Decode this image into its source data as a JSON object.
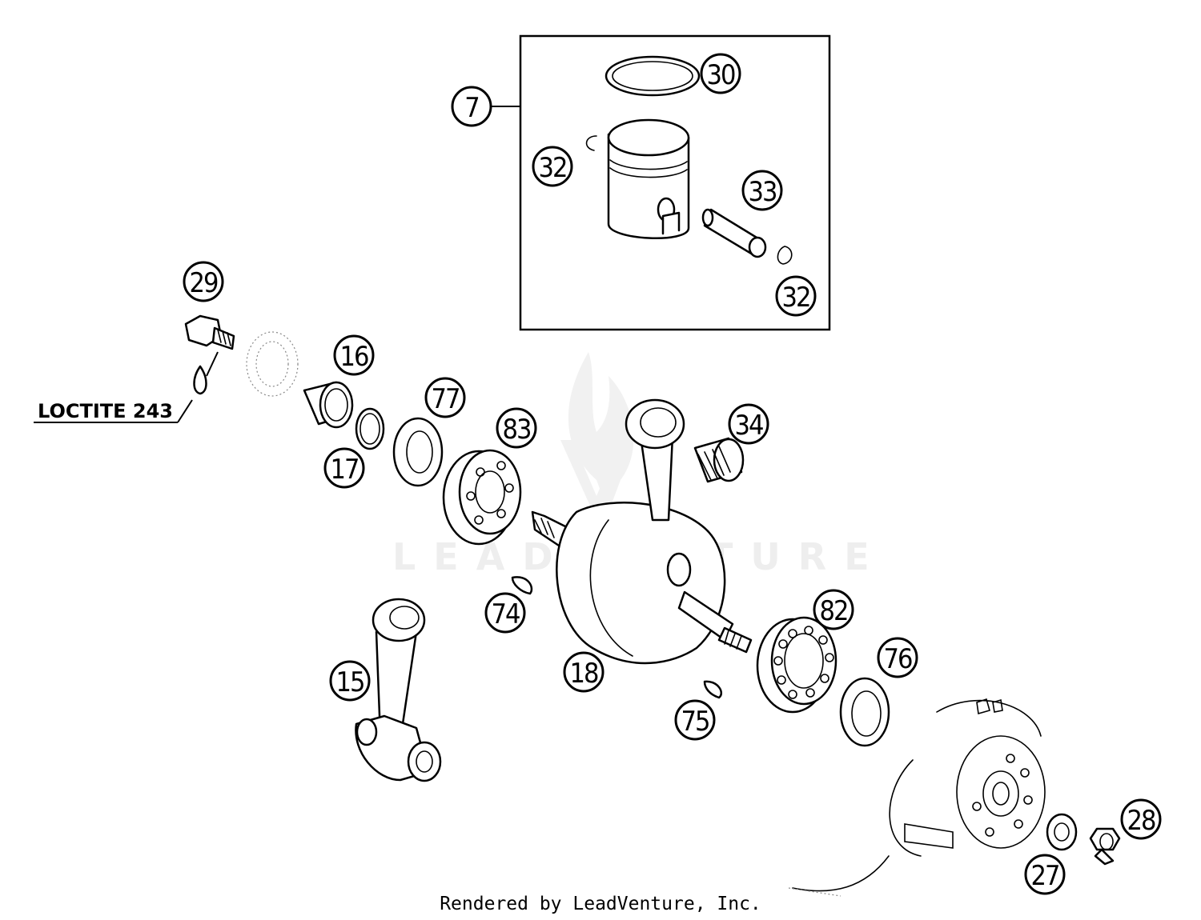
{
  "kit_label": "7",
  "callouts": [
    {
      "id": "30",
      "label": "30"
    },
    {
      "id": "7",
      "label": "7"
    },
    {
      "id": "32a",
      "label": "32"
    },
    {
      "id": "33",
      "label": "33"
    },
    {
      "id": "32b",
      "label": "32"
    },
    {
      "id": "29",
      "label": "29"
    },
    {
      "id": "16",
      "label": "16"
    },
    {
      "id": "77",
      "label": "77"
    },
    {
      "id": "83",
      "label": "83"
    },
    {
      "id": "34",
      "label": "34"
    },
    {
      "id": "17",
      "label": "17"
    },
    {
      "id": "74",
      "label": "74"
    },
    {
      "id": "82",
      "label": "82"
    },
    {
      "id": "76",
      "label": "76"
    },
    {
      "id": "15",
      "label": "15"
    },
    {
      "id": "18",
      "label": "18"
    },
    {
      "id": "75",
      "label": "75"
    },
    {
      "id": "28",
      "label": "28"
    },
    {
      "id": "27",
      "label": "27"
    }
  ],
  "loctite_label": "LOCTITE 243",
  "watermark": "LEADVENTURE",
  "footer": "Rendered by LeadVenture, Inc.",
  "colors": {
    "line": "#000000",
    "background": "#ffffff",
    "watermark": "#eeeeee"
  }
}
